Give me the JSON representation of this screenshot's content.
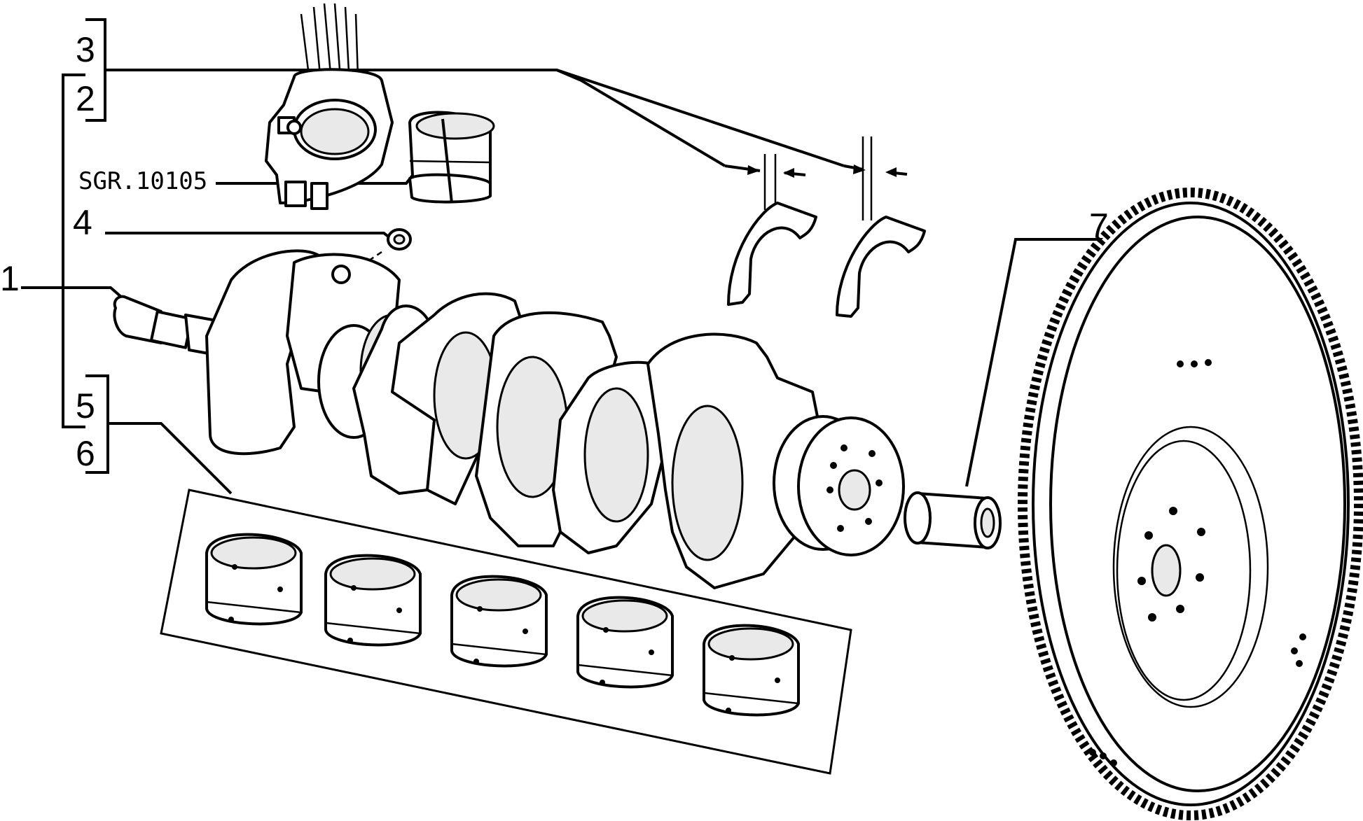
{
  "callouts": {
    "c1": "1",
    "c2": "2",
    "c3": "3",
    "c4": "4",
    "c5": "5",
    "c6": "6",
    "c7": "7",
    "part_code": "SGR.10105"
  },
  "colors": {
    "ink": "#000000",
    "paper": "#ffffff",
    "shade": "#e9e9e9"
  }
}
